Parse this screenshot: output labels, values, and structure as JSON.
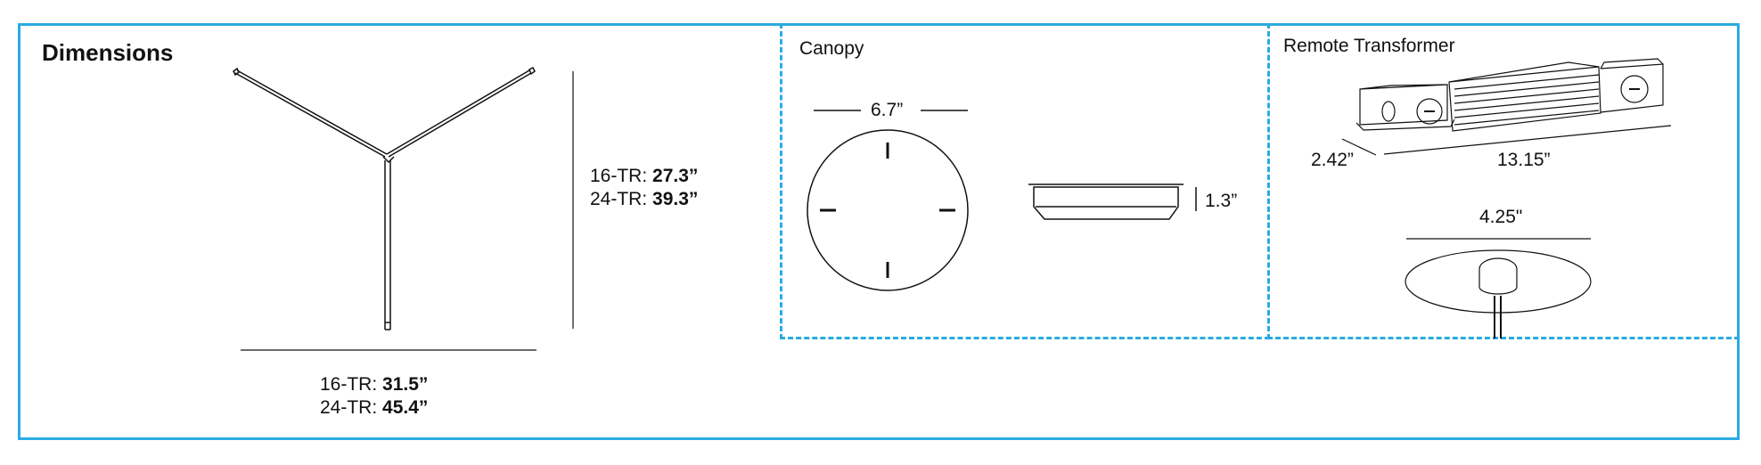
{
  "dimensions": {
    "title": "Dimensions",
    "height_lines": [
      {
        "model": "16-TR:",
        "value": "27.3”"
      },
      {
        "model": "24-TR:",
        "value": "39.3”"
      }
    ],
    "width_lines": [
      {
        "model": "16-TR:",
        "value": "31.5”"
      },
      {
        "model": "24-TR:",
        "value": "45.4”"
      }
    ]
  },
  "canopy": {
    "title": "Canopy",
    "diameter": "6.7”",
    "height": "1.3”"
  },
  "transformer": {
    "title": "Remote Transformer",
    "depth": "2.42”",
    "length": "13.15”",
    "plate_diameter": "4.25\""
  },
  "colors": {
    "border": "#29abe2",
    "line": "#111111"
  }
}
